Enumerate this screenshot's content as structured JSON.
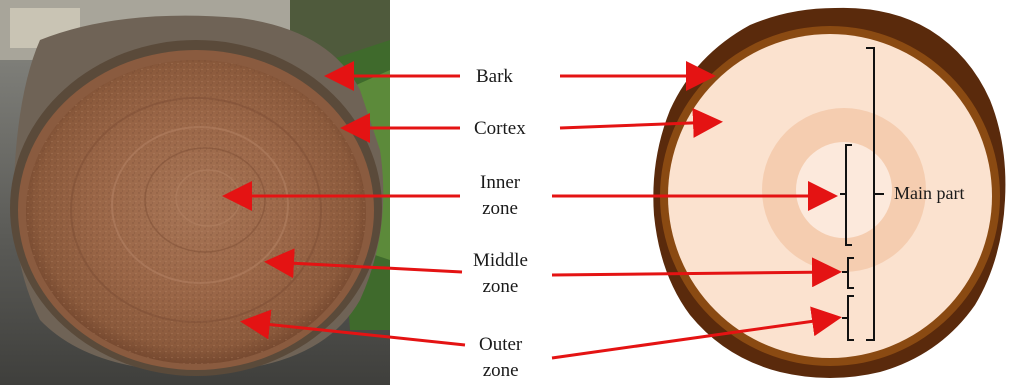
{
  "labels": {
    "bark": "Bark",
    "cortex": "Cortex",
    "inner": {
      "line1": "Inner",
      "line2": "zone"
    },
    "middle": {
      "line1": "Middle",
      "line2": "zone"
    },
    "outer": {
      "line1": "Outer",
      "line2": "zone"
    },
    "main_part": "Main part"
  },
  "colors": {
    "arrow": "#e41313",
    "bark_dark": "#5a2a0c",
    "cortex": "#8a4a12",
    "outer_zone": "#fbe2cf",
    "middle_zone": "#f5cdb0",
    "inner_zone": "#fce9dc",
    "log_wood": "#9b6a4a"
  }
}
